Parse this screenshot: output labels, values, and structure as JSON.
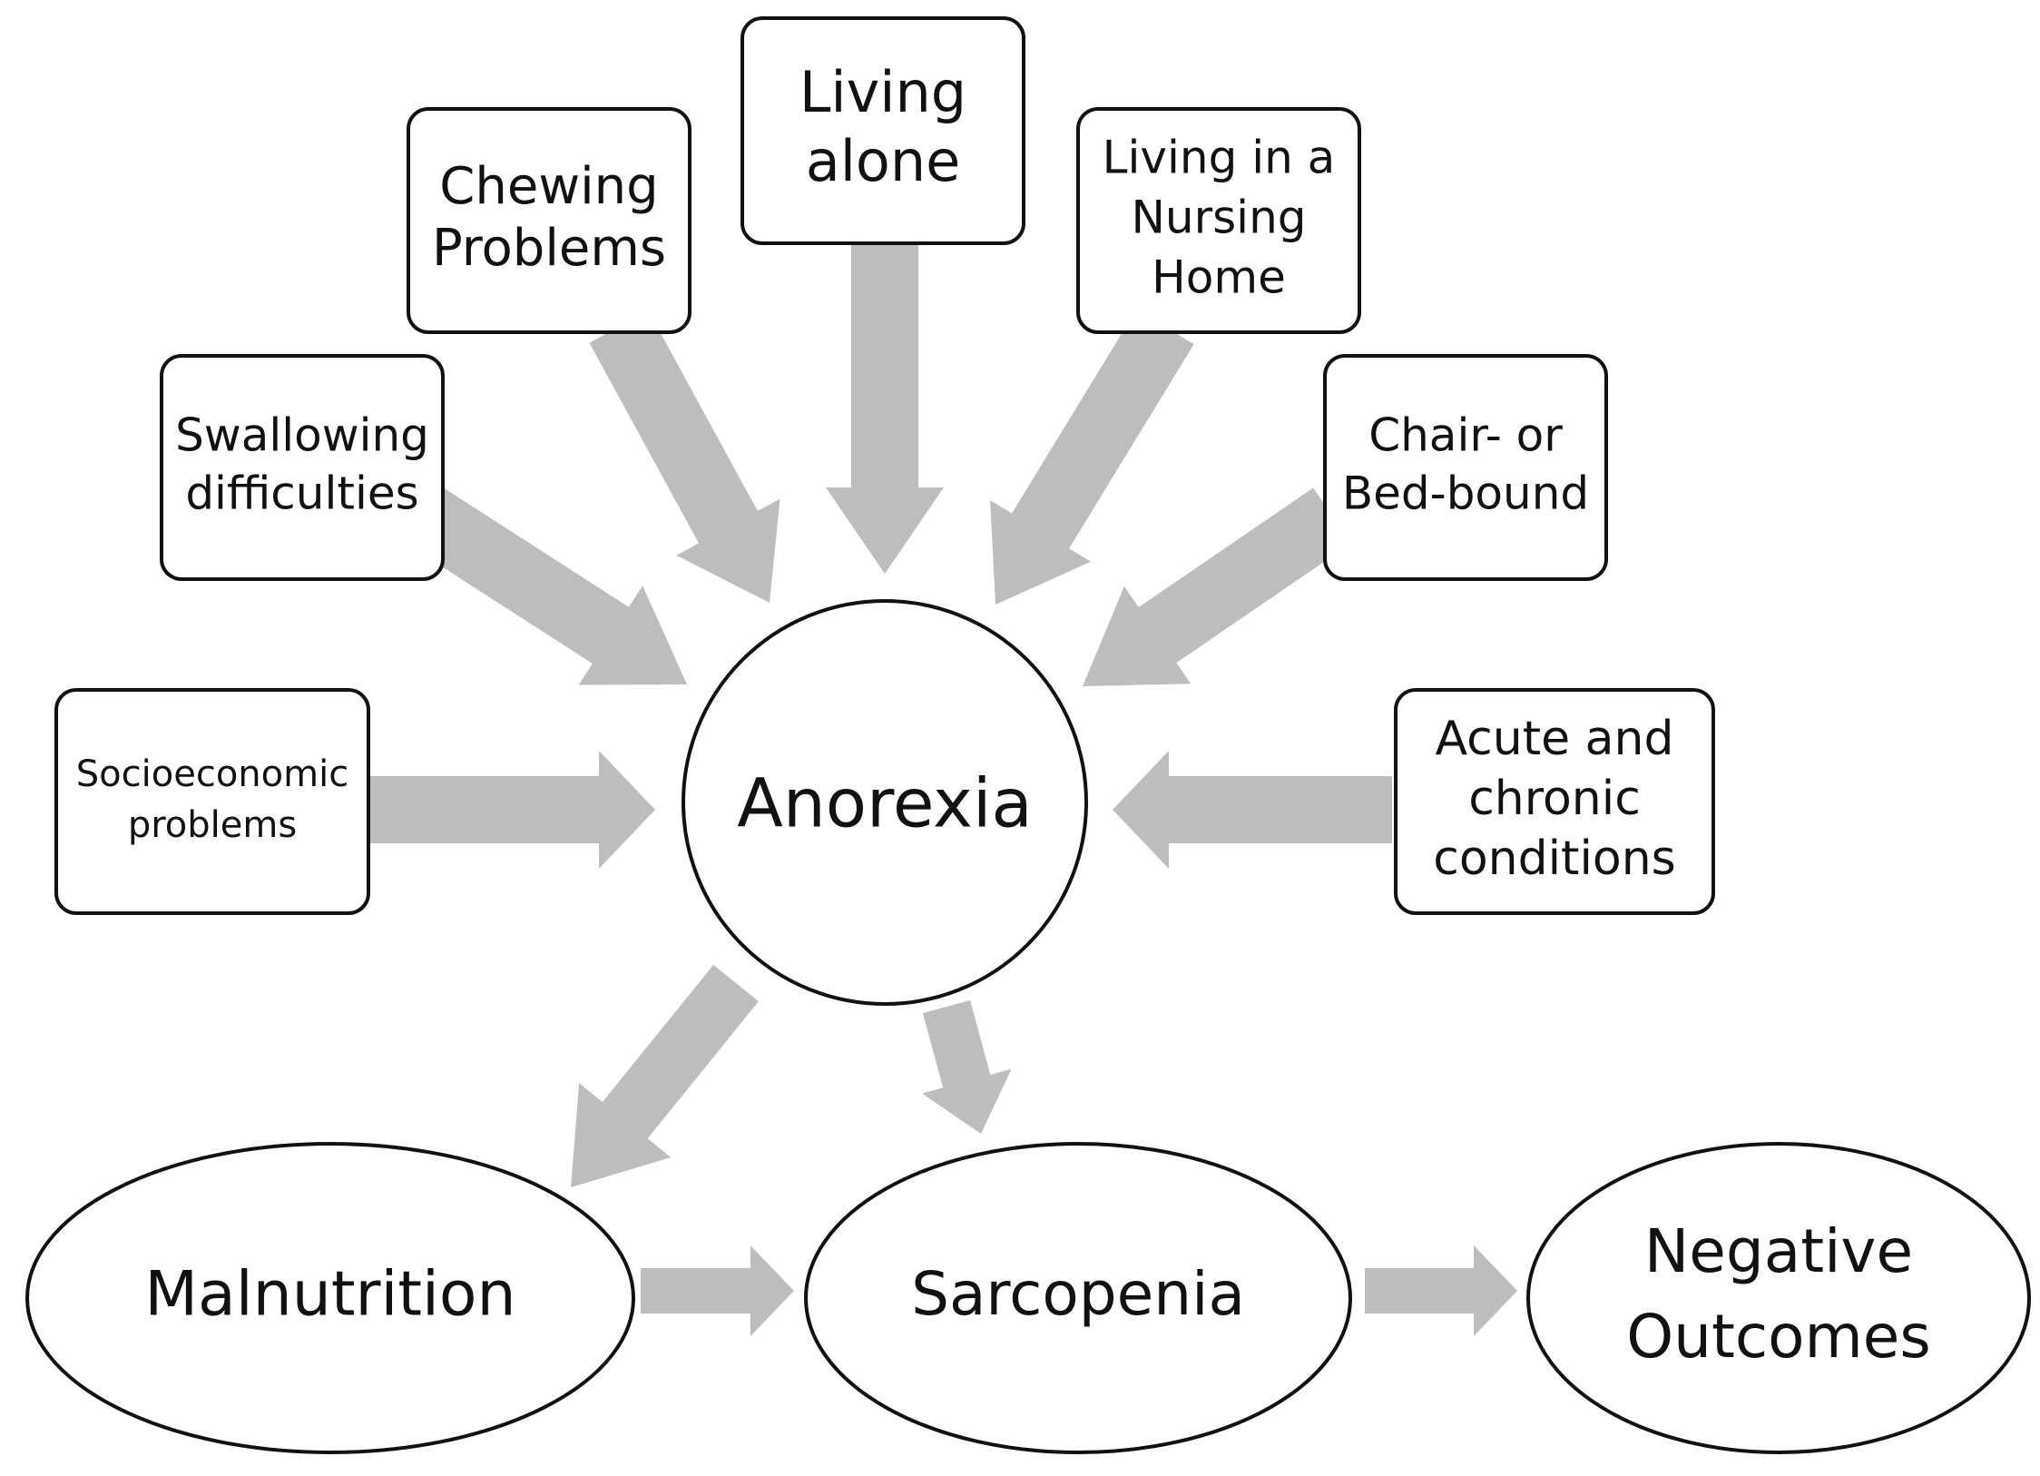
{
  "colors": {
    "arrow": "#bdbdbd",
    "stroke": "#111111",
    "background": "#ffffff"
  },
  "center": {
    "label": "Anorexia"
  },
  "causes": [
    {
      "id": "socioeconomic",
      "lines": [
        "Socioeconomic",
        "problems"
      ]
    },
    {
      "id": "swallowing",
      "lines": [
        "Swallowing",
        "difficulties"
      ]
    },
    {
      "id": "chewing",
      "lines": [
        "Chewing",
        "Problems"
      ]
    },
    {
      "id": "living-alone",
      "lines": [
        "Living",
        "alone"
      ]
    },
    {
      "id": "nursing-home",
      "lines": [
        "Living in a",
        "Nursing",
        "Home"
      ]
    },
    {
      "id": "bed-bound",
      "lines": [
        "Chair- or",
        "Bed-bound"
      ]
    },
    {
      "id": "conditions",
      "lines": [
        "Acute and",
        "chronic",
        "conditions"
      ]
    }
  ],
  "outcomes": [
    {
      "id": "malnutrition",
      "lines": [
        "Malnutrition"
      ]
    },
    {
      "id": "sarcopenia",
      "lines": [
        "Sarcopenia"
      ]
    },
    {
      "id": "negative-outcomes",
      "lines": [
        "Negative",
        "Outcomes"
      ]
    }
  ]
}
